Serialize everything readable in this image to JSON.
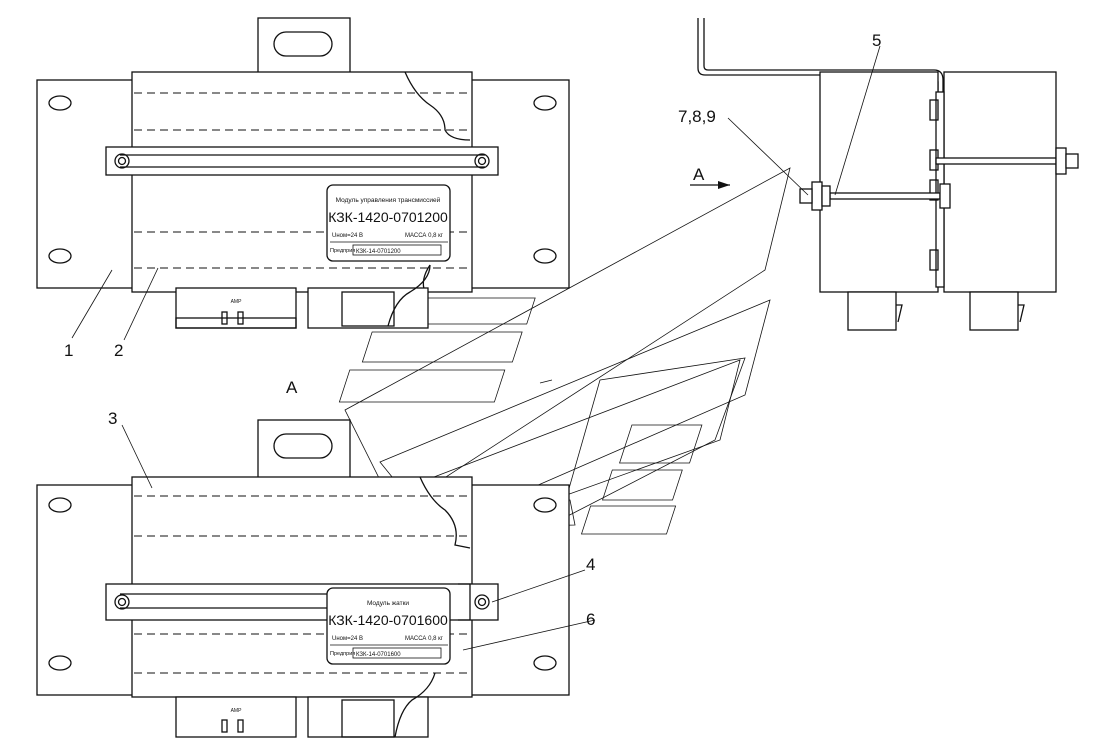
{
  "callouts": {
    "c1": "1",
    "c2": "2",
    "c3": "3",
    "c4": "4",
    "c5": "5",
    "c6": "6",
    "c789": "7,8,9"
  },
  "view_labels": {
    "view_a_top": "A",
    "view_a_bottom": "A"
  },
  "plate_top": {
    "name": "Модуль управления трансмиссией",
    "code": "КЗК-1420-0701200",
    "voltage": "Uном=24 В",
    "mass": "МАССА 0,8 кг",
    "serial_label": "Предприя",
    "serial_value": "КЗК-14-0701200"
  },
  "plate_bottom": {
    "name": "Модуль жатки",
    "code": "КЗК-1420-0701600",
    "voltage": "Uном=24 В",
    "mass": "МАССА 0,8 кг",
    "serial_label": "Предприя",
    "serial_value": "КЗК-14-0701600"
  },
  "connector_tag": "AMP"
}
